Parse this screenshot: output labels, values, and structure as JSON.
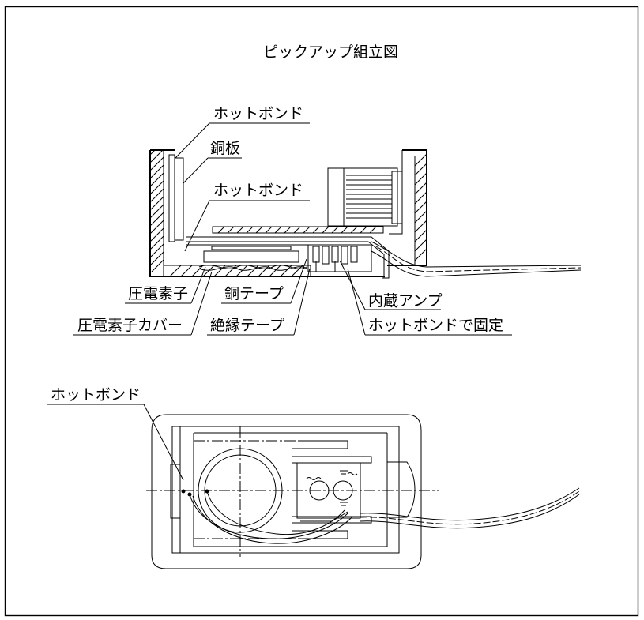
{
  "title": "ピックアップ組立図",
  "side_view": {
    "labels": {
      "hot_bond_top": "ホットボンド",
      "copper_plate": "銅板",
      "hot_bond_mid": "ホットボンド",
      "piezo_element": "圧電素子",
      "copper_tape": "銅テープ",
      "built_in_amp": "内蔵アンプ",
      "piezo_cover": "圧電素子カバー",
      "insulation_tape": "絶縁テープ",
      "hot_bond_fix": "ホットボンドで固定"
    }
  },
  "top_view": {
    "labels": {
      "hot_bond": "ホットボンド"
    }
  }
}
